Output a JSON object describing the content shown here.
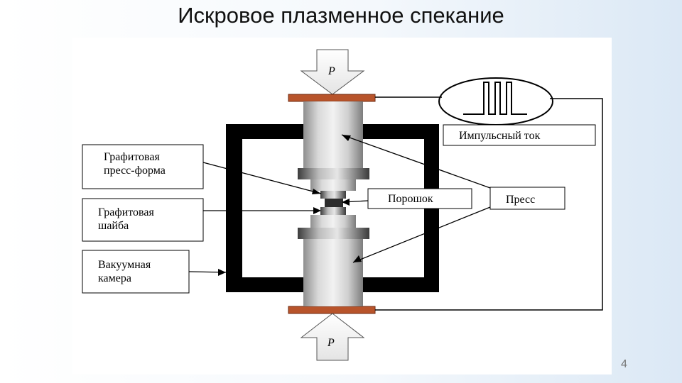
{
  "slide": {
    "title": "Искровое плазменное спекание",
    "page_number": "4"
  },
  "diagram": {
    "pressure_top": "P",
    "pressure_bottom": "P",
    "labels": {
      "pulse_current": "Импульсный ток",
      "graphite_die_line1": "Графитовая",
      "graphite_die_line2": "пресс-форма",
      "powder": "Порошок",
      "press": "Пресс",
      "graphite_washer_line1": "Графитовая",
      "graphite_washer_line2": "шайба",
      "vacuum_chamber_line1": "Вакуумная",
      "vacuum_chamber_line2": "камера"
    }
  }
}
